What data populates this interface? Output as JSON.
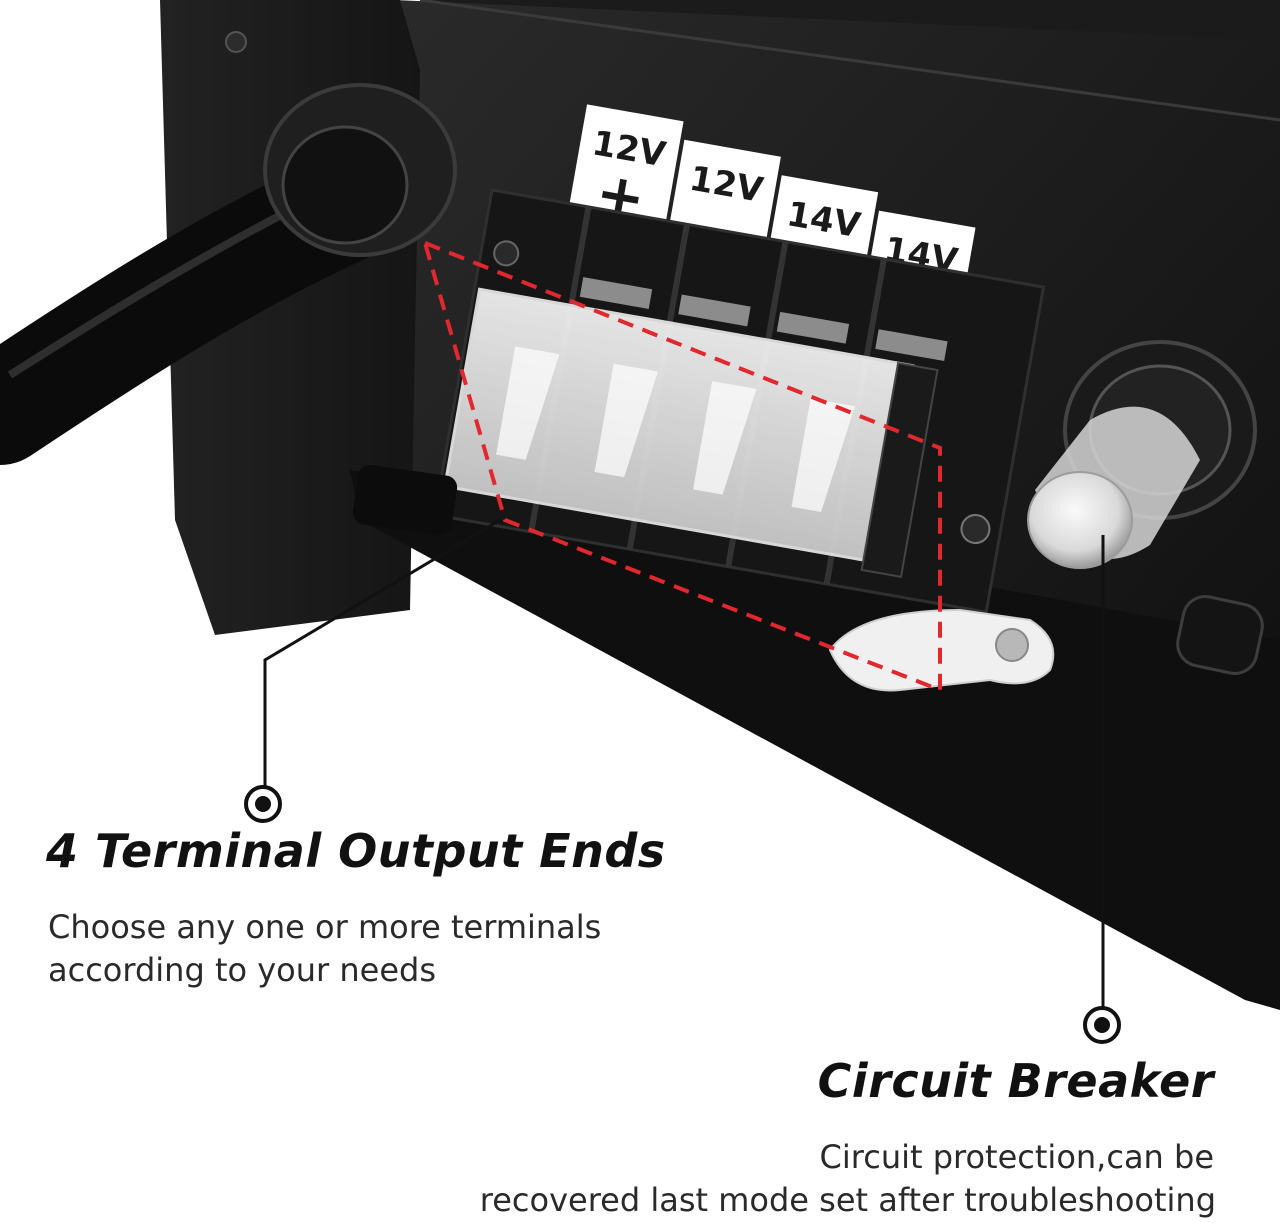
{
  "callouts": {
    "terminal": {
      "title": "4 Terminal Output Ends",
      "description_line1": "Choose any one or more terminals",
      "description_line2": "according to your needs"
    },
    "breaker": {
      "title": "Circuit Breaker",
      "description_line1": "Circuit protection,can be",
      "description_line2": "recovered last mode set after troubleshooting"
    }
  },
  "terminal_labels": [
    {
      "voltage": "12V",
      "sign": "+"
    },
    {
      "voltage": "12V",
      "sign": "−"
    },
    {
      "voltage": "14V",
      "sign": "+"
    },
    {
      "voltage": "14V",
      "sign": "−"
    }
  ],
  "colors": {
    "housing": "#141414",
    "panel": "#1e1e1e",
    "highlight_dash": "#e0282e",
    "leader_line": "#111111"
  }
}
